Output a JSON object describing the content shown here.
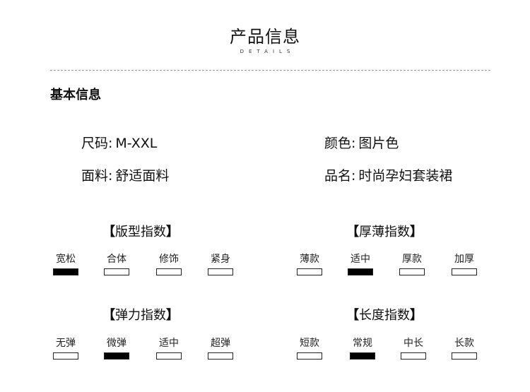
{
  "header": {
    "title": "产品信息",
    "subtitle": "DETAILS"
  },
  "section_title": "基本信息",
  "info": {
    "size_label": "尺码:",
    "size_value": "M-XXL",
    "color_label": "颜色:",
    "color_value": "图片色",
    "fabric_label": "面料:",
    "fabric_value": "舒适面料",
    "name_label": "品名:",
    "name_value": "时尚孕妇套装裙"
  },
  "indices": {
    "fit": {
      "open": "【",
      "title": "版型指数",
      "close": "】",
      "options": [
        "宽松",
        "合体",
        "修饰",
        "紧身"
      ],
      "selected": 0
    },
    "thickness": {
      "open": "【",
      "title": "厚薄指数",
      "close": "】",
      "options": [
        "薄款",
        "适中",
        "厚款",
        "加厚"
      ],
      "selected": 1
    },
    "elasticity": {
      "open": "【",
      "title": "弹力指数",
      "close": "】",
      "options": [
        "无弹",
        "微弹",
        "适中",
        "超弹"
      ],
      "selected": 1
    },
    "length": {
      "open": "【",
      "title": "长度指数",
      "close": "】",
      "options": [
        "短款",
        "常规",
        "中长",
        "长款"
      ],
      "selected": 1
    }
  }
}
